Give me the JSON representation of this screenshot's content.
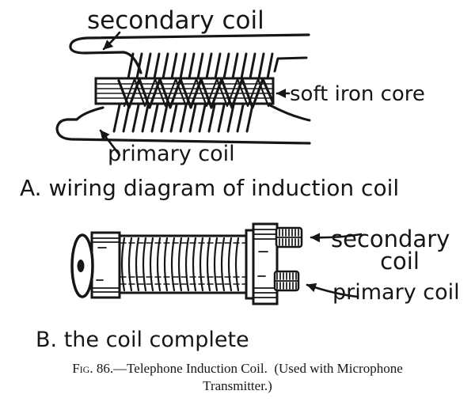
{
  "figure": {
    "colors": {
      "ink": "#161616",
      "paper": "#ffffff"
    },
    "part_a": {
      "label_secondary": "secondary coil",
      "label_core": "soft iron core",
      "label_primary": "primary coil",
      "caption": "A. wiring diagram of induction coil"
    },
    "part_b": {
      "label_secondary_line1": "secondary",
      "label_secondary_line2": "coil",
      "label_primary": "primary coil",
      "caption": "B. the coil complete"
    },
    "caption": {
      "fig_ref": "Fig. 86.",
      "title_rest": "—Telephone Induction Coil.  (Used with Microphone",
      "line2": "Transmitter.)"
    }
  }
}
